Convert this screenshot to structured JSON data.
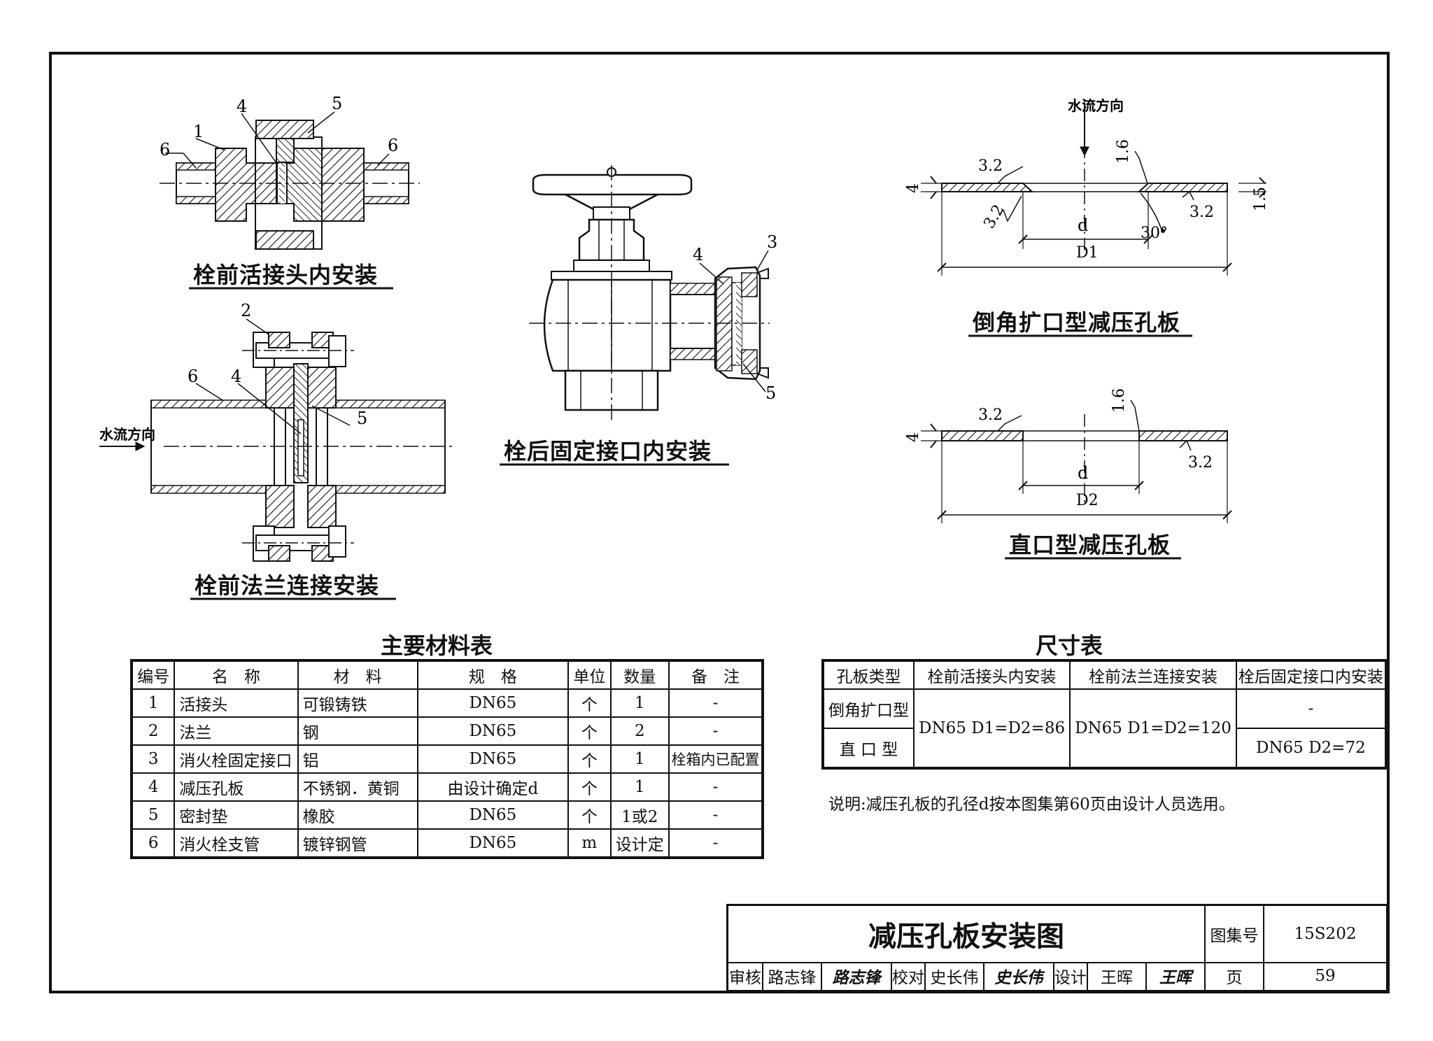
{
  "figures": {
    "union": {
      "caption": "栓前活接头内安装",
      "callouts": [
        "6",
        "1",
        "4",
        "5",
        "6"
      ]
    },
    "flange": {
      "caption": "栓前法兰连接安装",
      "callouts": [
        "2",
        "6",
        "4",
        "5"
      ],
      "flow_label": "水流方向"
    },
    "valve": {
      "caption": "栓后固定接口内安装",
      "callouts": [
        "4",
        "3",
        "5"
      ]
    },
    "chamfer_plate": {
      "caption": "倒角扩口型减压孔板",
      "flow_label": "水流方向",
      "labels": {
        "thickness": "4",
        "rough_a": "3.2",
        "rough_b": "1.6",
        "rough_c": "3.2",
        "rough_d": "3.2",
        "right_dim": "1.5",
        "d": "d",
        "angle": "30°",
        "D1": "D1"
      }
    },
    "straight_plate": {
      "caption": "直口型减压孔板",
      "labels": {
        "thickness": "4",
        "rough_a": "3.2",
        "rough_b": "1.6",
        "rough_c": "3.2",
        "d": "d",
        "D2": "D2"
      }
    }
  },
  "materials": {
    "title": "主要材料表",
    "headers": [
      "编号",
      "名　称",
      "材　料",
      "规　格",
      "单位",
      "数量",
      "备　注"
    ],
    "rows": [
      [
        "1",
        "活接头",
        "可锻铸铁",
        "DN65",
        "个",
        "1",
        "-"
      ],
      [
        "2",
        "法兰",
        "钢",
        "DN65",
        "个",
        "2",
        "-"
      ],
      [
        "3",
        "消火栓固定接口",
        "铝",
        "DN65",
        "个",
        "1",
        "栓箱内已配置"
      ],
      [
        "4",
        "减压孔板",
        "不锈钢．黄铜",
        "由设计确定d",
        "个",
        "1",
        "-"
      ],
      [
        "5",
        "密封垫",
        "橡胶",
        "DN65",
        "个",
        "1或2",
        "-"
      ],
      [
        "6",
        "消火栓支管",
        "镀锌钢管",
        "DN65",
        "m",
        "设计定",
        "-"
      ]
    ]
  },
  "sizes": {
    "title": "尺寸表",
    "headers": [
      "孔板类型",
      "栓前活接头内安装",
      "栓前法兰连接安装",
      "栓后固定接口内安装"
    ],
    "row_types": [
      "倒角扩口型",
      "直 口 型"
    ],
    "col1": "DN65 D1=D2=86",
    "col2": "DN65 D1=D2=120",
    "col3_top": "-",
    "col3_bottom": "DN65 D2=72",
    "note": "说明:减压孔板的孔径d按本图集第60页由设计人员选用。"
  },
  "title_block": {
    "title": "减压孔板安装图",
    "atlas_label": "图集号",
    "atlas_no": "15S202",
    "review_label": "审核",
    "reviewer": "路志锋",
    "reviewer_sig": "路志锋",
    "check_label": "校对",
    "checker": "史长伟",
    "checker_sig": "史长伟",
    "design_label": "设计",
    "designer": "王晖",
    "designer_sig": "王晖",
    "page_label": "页",
    "page_no": "59"
  }
}
